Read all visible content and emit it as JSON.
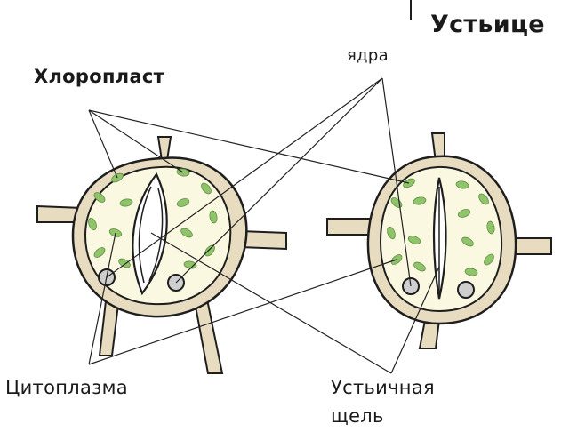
{
  "title": "Устьице",
  "labels": {
    "chloroplast": "Хлоропласт",
    "nuclei": "ядра",
    "cytoplasm": "Цитоплазма",
    "stomatal_slit_line1": "Устьичная",
    "stomatal_slit_line2": "щель"
  },
  "colors": {
    "cell_wall": "#e8dcc0",
    "cell_fill": "#fbf8e2",
    "outline": "#1e1e1e",
    "chloroplast": "#8fc46a",
    "nucleus": "#cfcfcf",
    "pointer_line": "#222222"
  }
}
